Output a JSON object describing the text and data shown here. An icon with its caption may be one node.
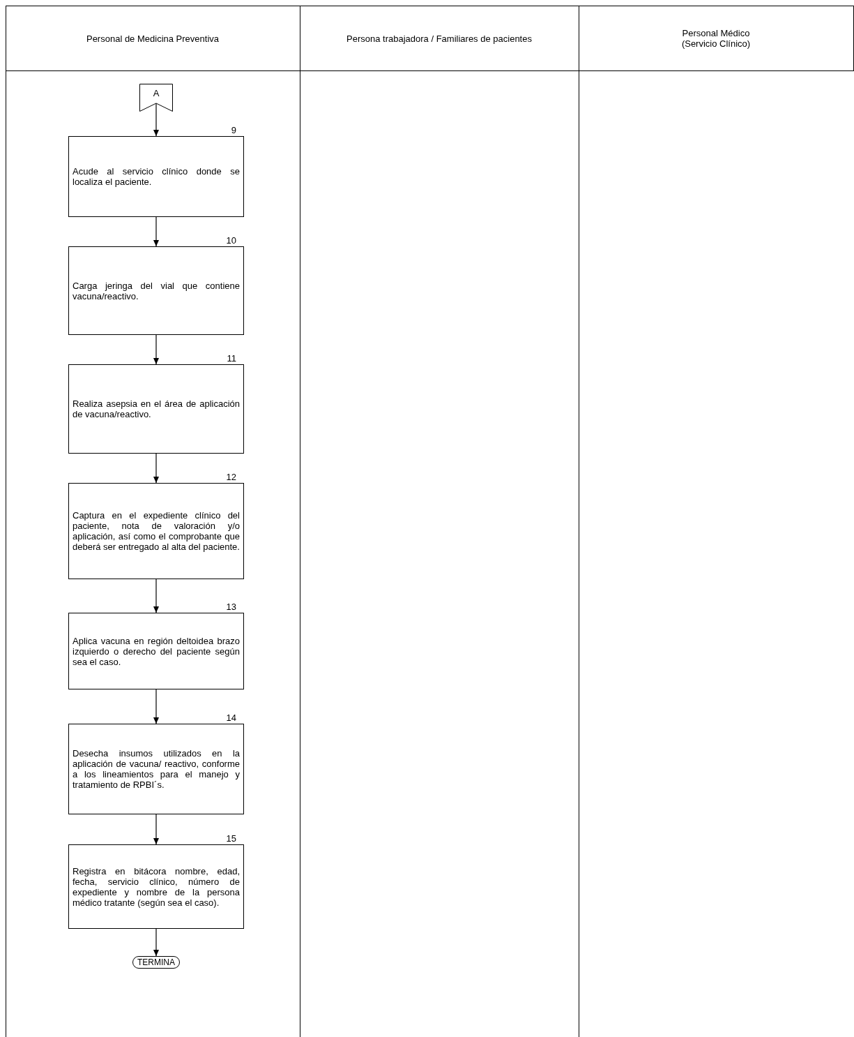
{
  "diagram": {
    "nodes": [
      {
        "text": [
          "Personal de Medicina Preventiva"
        ]
      },
      {
        "text": [
          "Persona trabajadora / Familiares de pacientes"
        ]
      },
      {
        "text": [
          "Personal Médico (Servicio Clínico)"
        ]
      },
      {
        "text": [
          "A"
        ]
      },
      {
        "text": [
          "Acude al servicio clínico donde se localiza el paciente."
        ],
        "beside": [
          "9"
        ]
      },
      {
        "text": [
          "Carga jeringa del vial que contiene vacuna/reactivo."
        ],
        "beside": [
          "10"
        ]
      },
      {
        "text": [
          "Realiza asepsia en el área de aplicación de vacuna/reactivo."
        ],
        "beside": [
          "11"
        ]
      },
      {
        "text": [
          "Captura en el expediente clínico del paciente, nota de valoración y/o aplicación, así como el comprobante que deberá ser entregado al alta del paciente."
        ],
        "beside": [
          "12"
        ]
      },
      {
        "text": [
          "Aplica vacuna en región deltoidea brazo izquierdo o derecho del paciente según sea el caso."
        ],
        "beside": [
          "13"
        ]
      },
      {
        "text": [
          "Desecha insumos utilizados en la aplicación de vacuna/ reactivo, conforme a los lineamientos para el manejo y tratamiento de RPBI´s."
        ],
        "beside": [
          "14"
        ]
      },
      {
        "text": [
          "Registra en bitácora nombre, edad, fecha, servicio clínico, número de expediente y nombre de la persona médico tratante (según sea el caso)."
        ],
        "beside": [
          "15"
        ]
      },
      {
        "text": [
          "TERMINA"
        ]
      }
    ],
    "edges": [
      {
        "from": 3,
        "to": 4,
        "arrow": "to"
      },
      {
        "from": 4,
        "to": 5,
        "arrow": "to"
      },
      {
        "from": 5,
        "to": 6,
        "arrow": "to"
      },
      {
        "from": 6,
        "to": 7,
        "arrow": "to"
      },
      {
        "from": 7,
        "to": 8,
        "arrow": "to"
      },
      {
        "from": 8,
        "to": 9,
        "arrow": "to"
      },
      {
        "from": 9,
        "to": 10,
        "arrow": "to"
      },
      {
        "from": 10,
        "to": 11,
        "arrow": "to"
      }
    ]
  }
}
